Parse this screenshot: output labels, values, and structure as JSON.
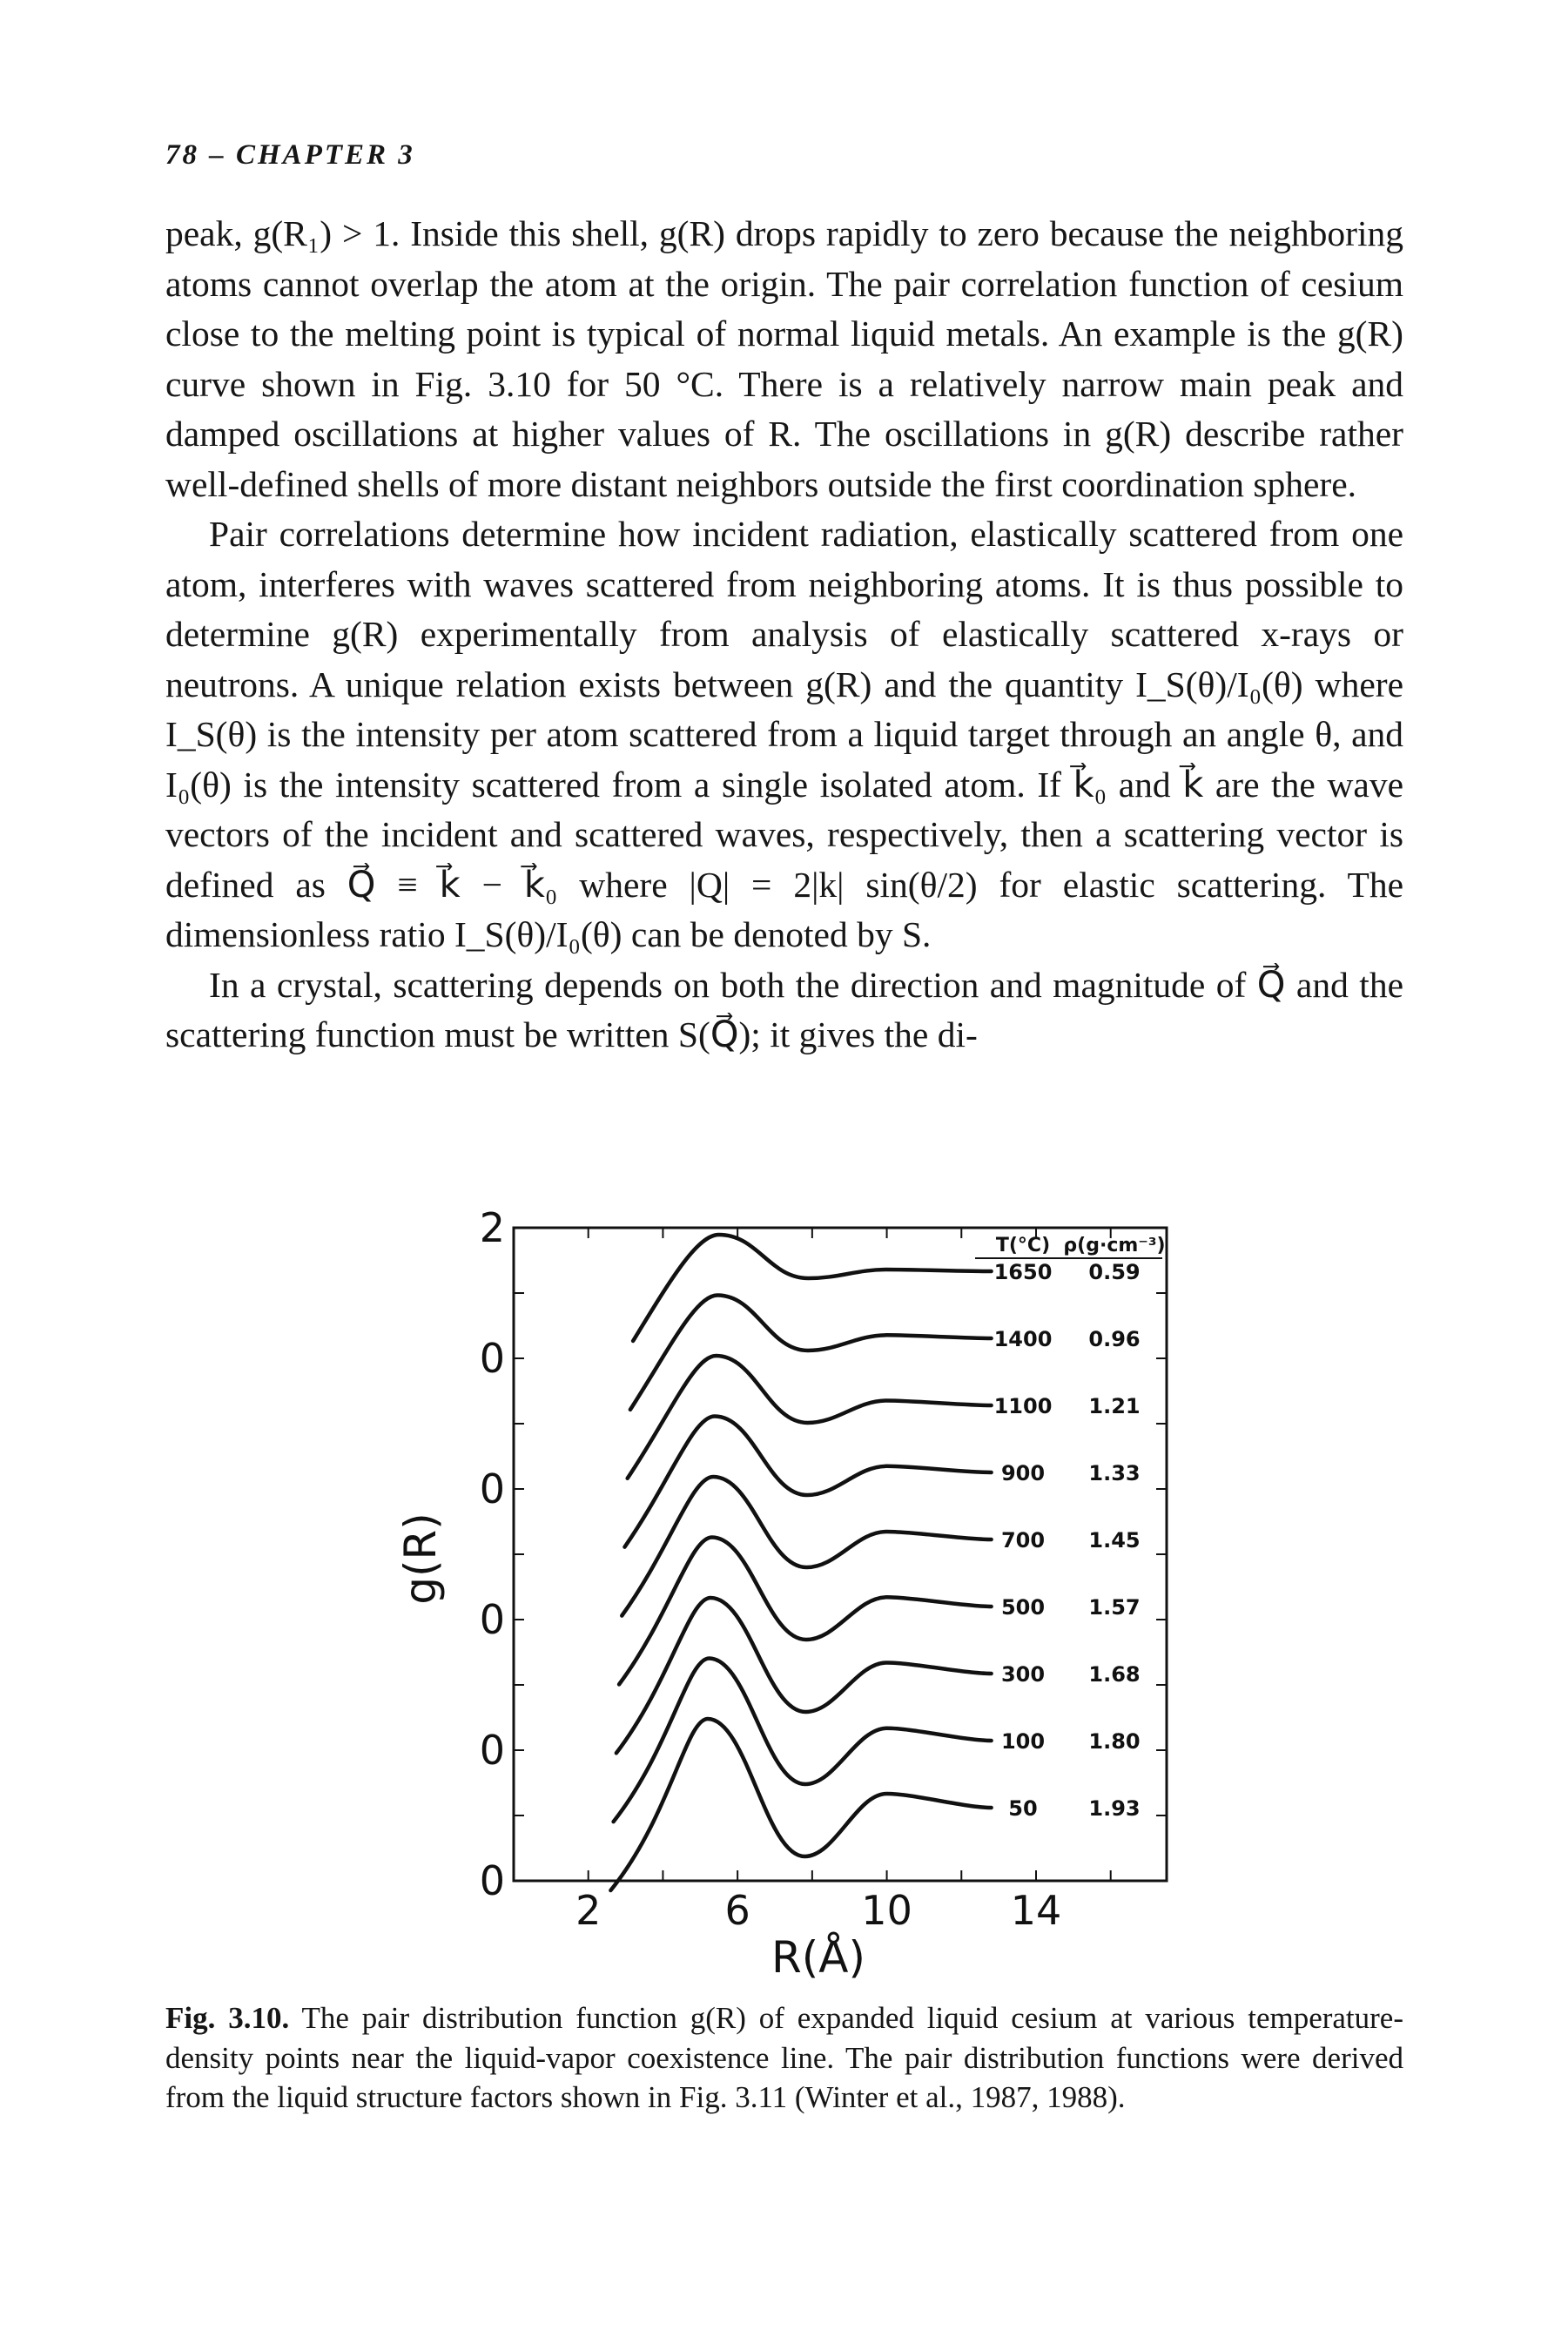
{
  "page": {
    "running_head": "78 – CHAPTER 3"
  },
  "paragraphs": [
    "peak, g(R₁) > 1. Inside this shell, g(R) drops rapidly to zero because the neighboring atoms cannot overlap the atom at the origin. The pair correlation function of cesium close to the melting point is typical of normal liquid metals. An example is the g(R) curve shown in Fig. 3.10 for 50 °C. There is a relatively narrow main peak and damped oscillations at higher values of R. The oscillations in g(R) describe rather well-defined shells of more distant neighbors outside the first coordination sphere.",
    "Pair correlations determine how incident radiation, elastically scattered from one atom, interferes with waves scattered from neighboring atoms. It is thus possible to determine g(R) experimentally from analysis of elastically scattered x-rays or neutrons. A unique relation exists between g(R) and the quantity I_S(θ)/I₀(θ) where I_S(θ) is the intensity per atom scattered from a liquid target through an angle θ, and I₀(θ) is the intensity scattered from a single isolated atom. If k⃗₀ and k⃗ are the wave vectors of the incident and scattered waves, respectively, then a scattering vector is defined as Q⃗ ≡ k⃗ − k⃗₀ where |Q| = 2|k| sin(θ/2) for elastic scattering. The dimensionless ratio I_S(θ)/I₀(θ) can be denoted by S.",
    "In a crystal, scattering depends on both the direction and magnitude of Q⃗ and the scattering function must be written S(Q⃗); it gives the di-"
  ],
  "figure": {
    "caption_label": "Fig. 3.10.",
    "caption_text": "The pair distribution function g(R) of expanded liquid cesium at various temperature-density points near the liquid-vapor coexistence line. The pair distribution functions were derived from the liquid structure factors shown in Fig. 3.11 (Winter et al., 1987, 1988)."
  },
  "chart_data": {
    "type": "line",
    "xlabel": "R(Å)",
    "ylabel": "g(R)",
    "x_ticks": [
      "2",
      "6",
      "10",
      "14"
    ],
    "y_ticks": [
      "2",
      "0",
      "0",
      "0",
      "0",
      "0"
    ],
    "legend_header": [
      "T(°C)",
      "ρ(g·cm⁻³)"
    ],
    "legend_placement": "right, at the end of each curve",
    "series": [
      {
        "T": "1650",
        "rho": "0.59"
      },
      {
        "T": "1400",
        "rho": "0.96"
      },
      {
        "T": "1100",
        "rho": "1.21"
      },
      {
        "T": "900",
        "rho": "1.33"
      },
      {
        "T": "700",
        "rho": "1.45"
      },
      {
        "T": "500",
        "rho": "1.57"
      },
      {
        "T": "300",
        "rho": "1.68"
      },
      {
        "T": "100",
        "rho": "1.80"
      },
      {
        "T": "50",
        "rho": "1.93"
      }
    ],
    "grid": false
  }
}
